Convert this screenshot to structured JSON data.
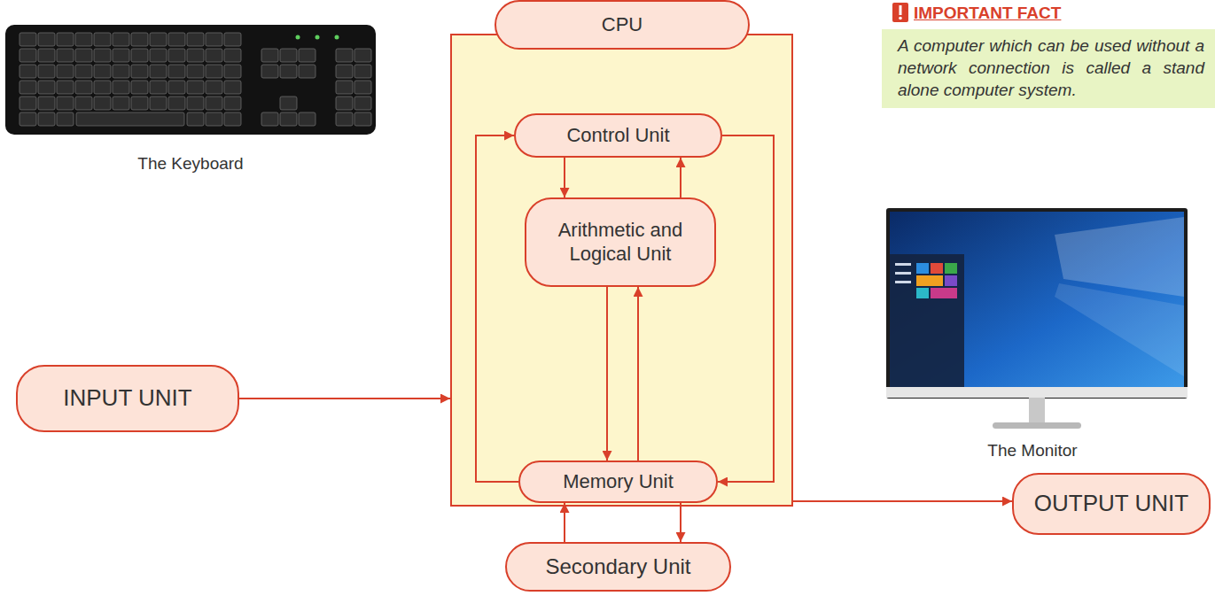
{
  "diagram": {
    "nodes": [
      {
        "text": [
          "CPU"
        ]
      },
      {
        "text": [
          "Control Unit"
        ],
        "in": 0
      },
      {
        "text": [
          "Arithmetic and Logical Unit"
        ],
        "in": 0
      },
      {
        "text": [
          "Memory Unit"
        ],
        "in": 0
      },
      {
        "text": [
          "INPUT UNIT"
        ]
      },
      {
        "text": [
          "OUTPUT UNIT"
        ]
      },
      {
        "text": [
          "Secondary Unit"
        ]
      },
      {
        "text": [
          "IMPORTANT FACT",
          "A computer which can be used without a network connection is called a stand alone computer system."
        ]
      }
    ],
    "edges": [
      {
        "from": 4,
        "to": 0,
        "arrow": "to"
      },
      {
        "from": 0,
        "to": 5,
        "arrow": "to"
      },
      {
        "from": 1,
        "to": 2,
        "arrow": "to"
      },
      {
        "from": 2,
        "to": 1,
        "arrow": "to"
      },
      {
        "from": 2,
        "to": 3,
        "arrow": "to"
      },
      {
        "from": 3,
        "to": 2,
        "arrow": "to"
      },
      {
        "from": 3,
        "to": 1,
        "arrow": "to"
      },
      {
        "from": 1,
        "to": 3,
        "arrow": "to"
      },
      {
        "from": 3,
        "to": 6,
        "arrow": "to"
      },
      {
        "from": 6,
        "to": 3,
        "arrow": "to"
      }
    ],
    "labels": [
      "The Keyboard",
      "The Monitor"
    ]
  }
}
